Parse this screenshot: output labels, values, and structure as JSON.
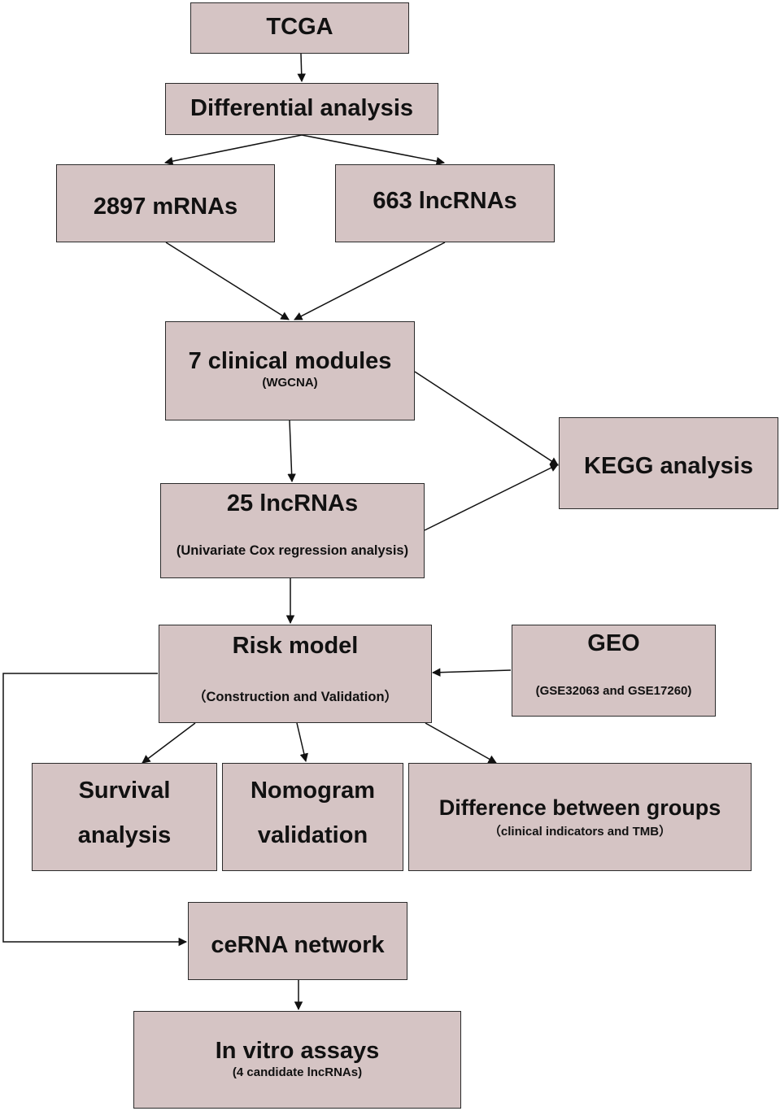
{
  "colors": {
    "box_fill": "#d5c4c4",
    "box_border": "#2b2b2b",
    "arrow": "#111111"
  },
  "nodes": {
    "tcga": {
      "title": "TCGA"
    },
    "diff": {
      "title": "Differential analysis"
    },
    "mrna": {
      "title": "2897 mRNAs"
    },
    "lnc663": {
      "title": "663 lncRNAs"
    },
    "modules": {
      "title": "7 clinical modules",
      "sub": "(WGCNA)"
    },
    "kegg": {
      "title": "KEGG analysis"
    },
    "lnc25": {
      "title": "25 lncRNAs",
      "sub": "(Univariate Cox regression analysis)"
    },
    "risk": {
      "title": "Risk model",
      "sub": "（Construction and Validation）"
    },
    "geo": {
      "title": "GEO",
      "sub": "(GSE32063 and GSE17260)"
    },
    "survival": {
      "line1": "Survival",
      "line2": "analysis"
    },
    "nomogram": {
      "line1": "Nomogram",
      "line2": "validation"
    },
    "groups": {
      "title": "Difference between groups",
      "sub": "（clinical indicators and TMB）"
    },
    "cerna": {
      "title": "ceRNA network"
    },
    "vitro": {
      "title": "In vitro assays",
      "sub": "(4 candidate lncRNAs)"
    }
  }
}
